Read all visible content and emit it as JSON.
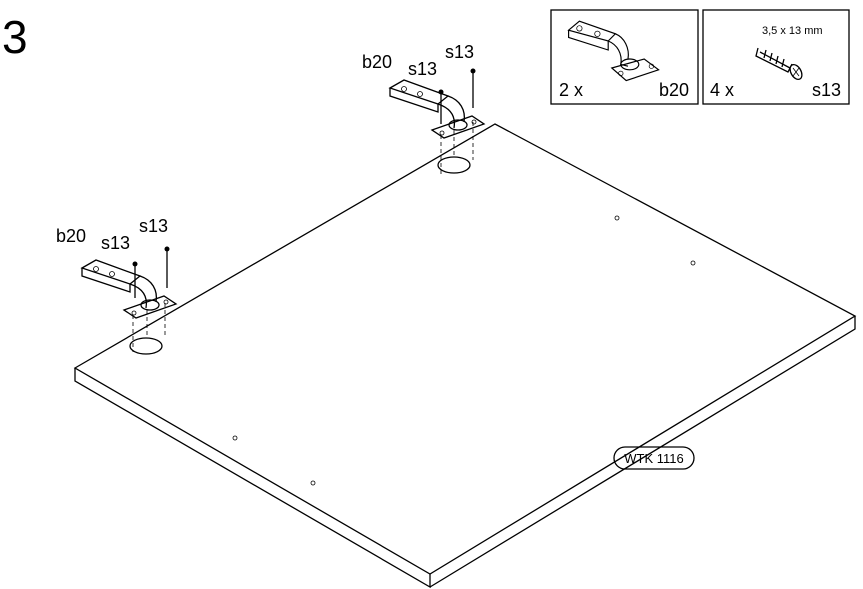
{
  "step": {
    "number": "3"
  },
  "parts_box": [
    {
      "quantity": "2 x",
      "code": "b20",
      "icon": "hinge-icon"
    },
    {
      "quantity": "4 x",
      "code": "s13",
      "size": "3,5 x 13 mm",
      "icon": "screw-icon"
    }
  ],
  "hinge_back": {
    "hinge_code": "b20",
    "screw_code_1": "s13",
    "screw_code_2": "s13"
  },
  "hinge_front": {
    "hinge_code": "b20",
    "screw_code_1": "s13",
    "screw_code_2": "s13"
  },
  "panel": {
    "code": "WTK 1116"
  }
}
